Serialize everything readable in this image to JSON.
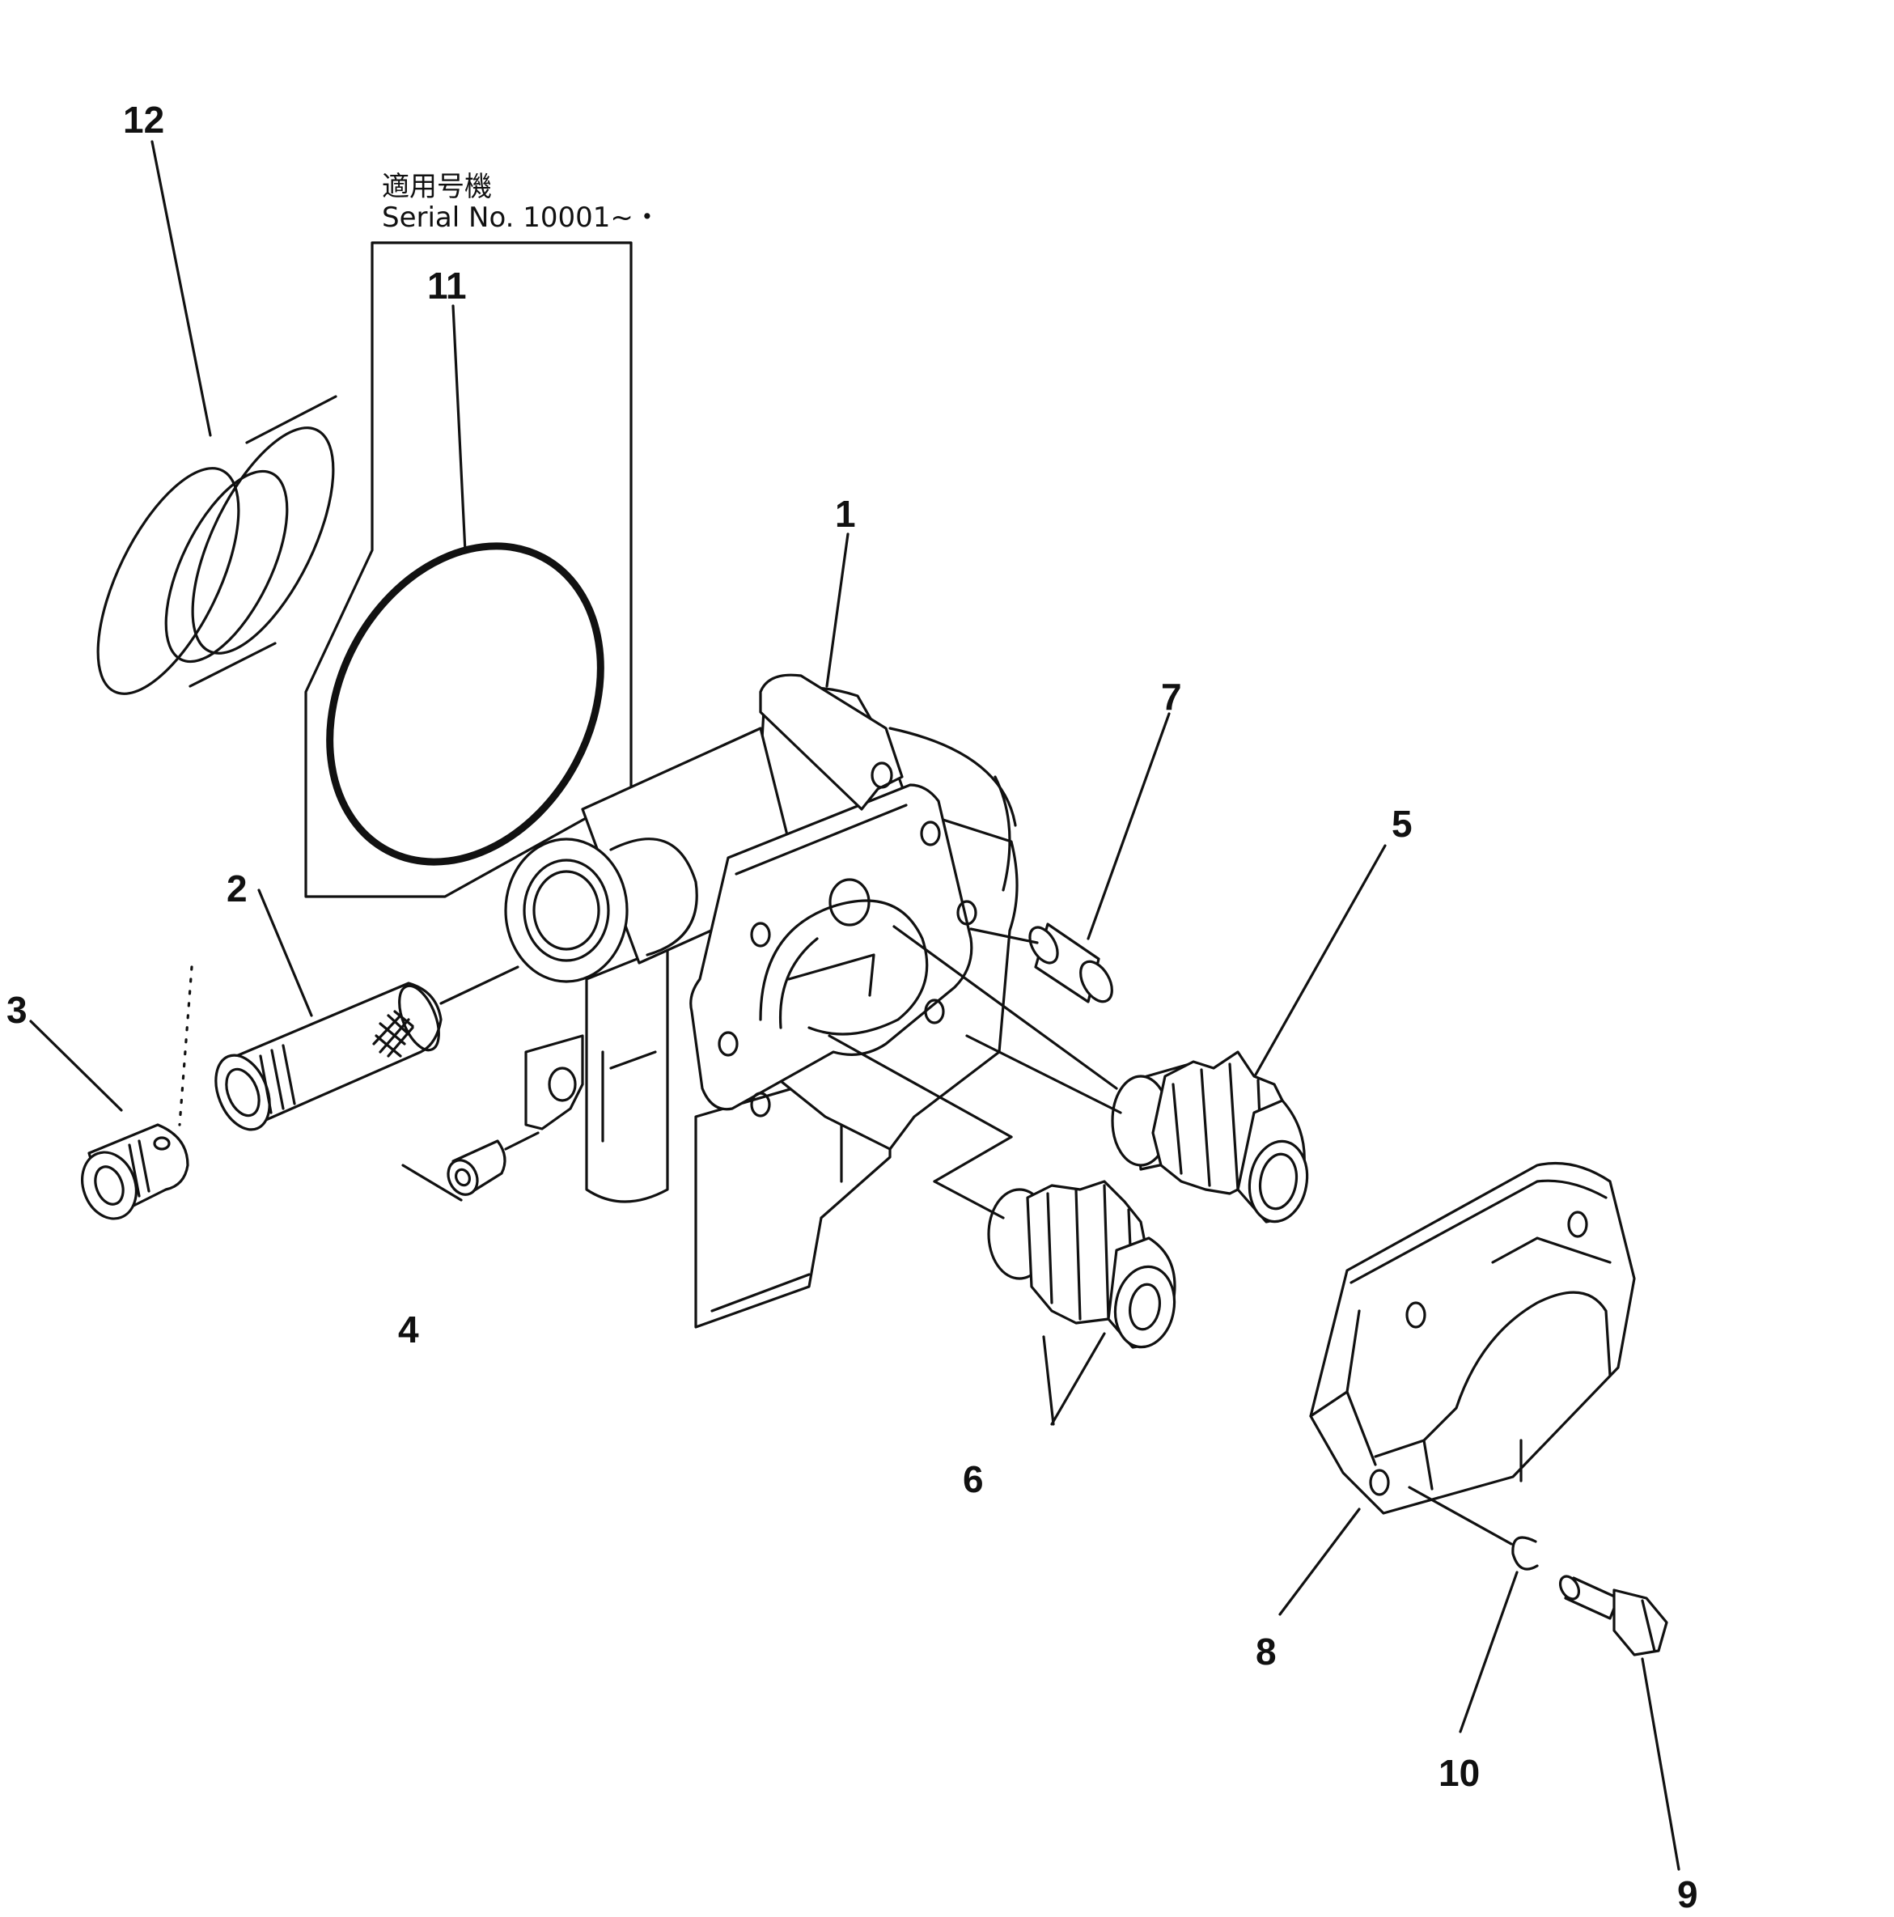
{
  "serial_note": {
    "jp": "適用号機",
    "en": "Serial  No.  10001~・"
  },
  "callouts": {
    "p1": "1",
    "p2": "2",
    "p3": "3",
    "p4": "4",
    "p5": "5",
    "p6": "6",
    "p7": "7",
    "p8": "8",
    "p9": "9",
    "p10": "10",
    "p11": "11",
    "p12": "12"
  }
}
